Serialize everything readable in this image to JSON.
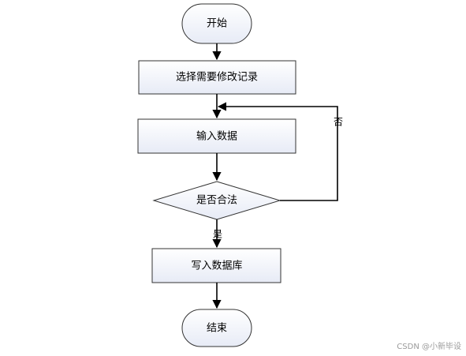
{
  "nodes": {
    "start": "开始",
    "select": "选择需要修改记录",
    "input": "输入数据",
    "decision": "是否合法",
    "write": "写入数据库",
    "end": "结束"
  },
  "edges": {
    "yes": "是",
    "no": "否"
  },
  "watermark": "CSDN @小新毕设"
}
